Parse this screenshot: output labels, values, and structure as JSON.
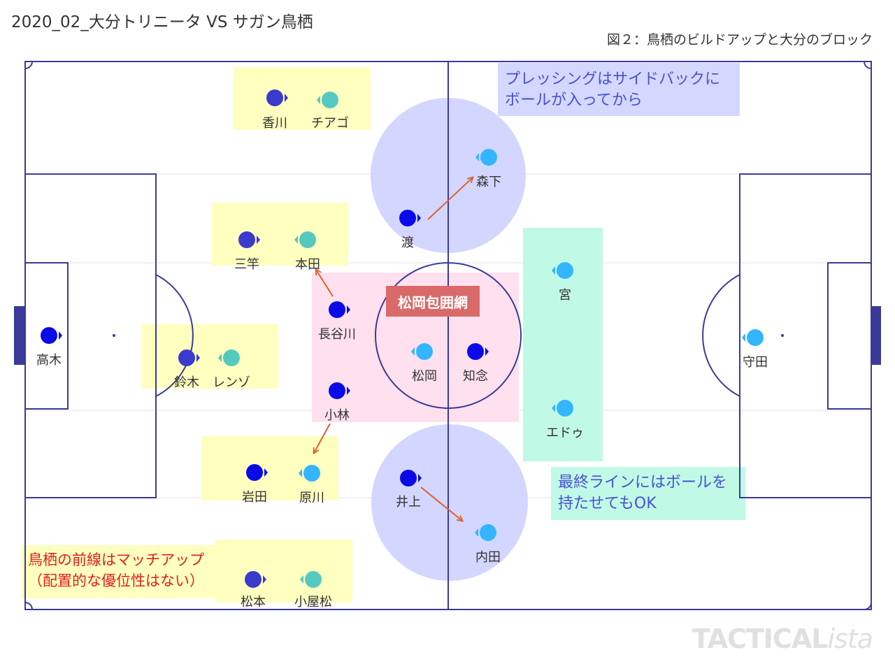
{
  "header": {
    "title": "2020_02_大分トリニータ VS サガン鳥栖",
    "caption": "図２：鳥栖のビルドアップと大分のブロック"
  },
  "annotations": {
    "pressing_note": [
      "プレッシングはサイドバックに",
      "ボールが入ってから"
    ],
    "matsuoka_net": "松岡包囲網",
    "final_line_note": [
      "最終ラインにはボールを",
      "持たせてもOK"
    ],
    "front_line_note": [
      "鳥栖の前線はマッチアップ",
      "（配置的な優位性はない）"
    ]
  },
  "players": {
    "kagawa": "香川",
    "thiago": "チアゴ",
    "morishita": "森下",
    "watari": "渡",
    "misao": "三竿",
    "honda": "本田",
    "hasegawa": "長谷川",
    "matsuoka": "松岡",
    "chinen": "知念",
    "miya": "宮",
    "takagi": "高木",
    "suzuki": "鈴木",
    "renzo": "レンゾ",
    "moriya": "守田",
    "kobayashi": "小林",
    "edu": "エドゥ",
    "iwata": "岩田",
    "harakawa": "原川",
    "inoue": "井上",
    "uchida": "内田",
    "matsumoto": "松本",
    "koyamatsu": "小屋松"
  },
  "colors": {
    "pitch_line": "#3a3a9a",
    "oita_dark": "#0a0ae8",
    "oita_indigo": "#3a3acc",
    "sagan_blue": "#33b5ff",
    "sagan_teal": "#55c9c0",
    "arrow": "#e0602a",
    "yellow_box": "#ffffc0",
    "pink_box": "#ffe0ee",
    "lavender_zone": "#cfd4ff",
    "mint_box": "#c0fae6",
    "net_label_bg": "#d96a6a"
  },
  "watermark": {
    "brand": "TACTICAL",
    "suffix": "ista"
  }
}
